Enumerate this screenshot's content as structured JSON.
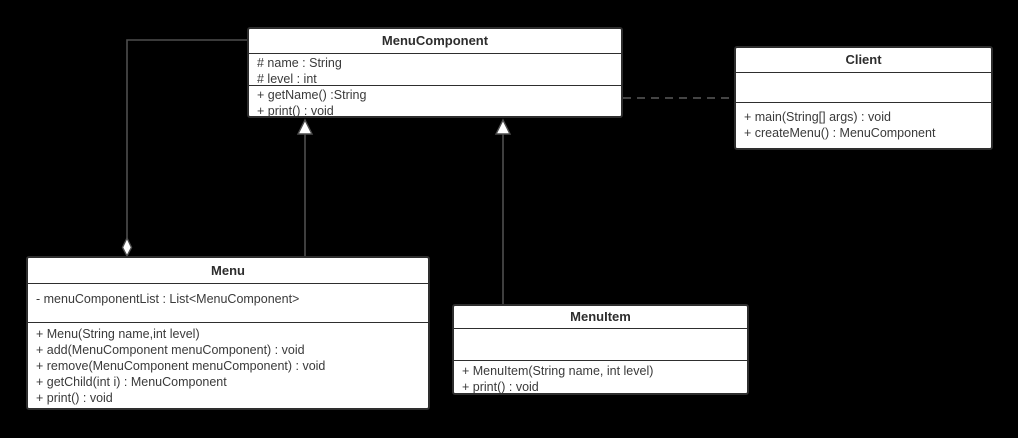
{
  "diagram": {
    "kind": "uml-class-diagram",
    "colors": {
      "background": "#000000",
      "box_fill": "#ffffff",
      "box_border": "#2e2e2e",
      "connector": "#4d4d4d",
      "text": "#3a3a3a",
      "title_text": "#2d2d2d"
    }
  },
  "classes": {
    "menu_component": {
      "name": "MenuComponent",
      "attributes": [
        "# name : String",
        "# level : int"
      ],
      "methods": [
        "+ getName() :String",
        "+ print() : void"
      ]
    },
    "client": {
      "name": "Client",
      "attributes": [],
      "methods": [
        "+ main(String[] args) : void",
        "+ createMenu() : MenuComponent"
      ]
    },
    "menu": {
      "name": "Menu",
      "attributes": [
        "- menuComponentList : List<MenuComponent>"
      ],
      "methods": [
        "+ Menu(String name,int level)",
        "+ add(MenuComponent menuComponent) : void",
        "+ remove(MenuComponent menuComponent) : void",
        "+ getChild(int i) : MenuComponent",
        "+ print() : void"
      ]
    },
    "menu_item": {
      "name": "MenuItem",
      "attributes": [],
      "methods": [
        "+ MenuItem(String name, int level)",
        "+ print() : void"
      ]
    }
  },
  "relationships": [
    {
      "type": "aggregation",
      "whole": "Menu",
      "part": "MenuComponent",
      "marker": "hollow-diamond"
    },
    {
      "type": "generalization",
      "child": "Menu",
      "parent": "MenuComponent",
      "marker": "hollow-triangle"
    },
    {
      "type": "generalization",
      "child": "MenuItem",
      "parent": "MenuComponent",
      "marker": "hollow-triangle"
    },
    {
      "type": "dependency",
      "from": "Client",
      "to": "MenuComponent",
      "style": "dashed"
    }
  ]
}
